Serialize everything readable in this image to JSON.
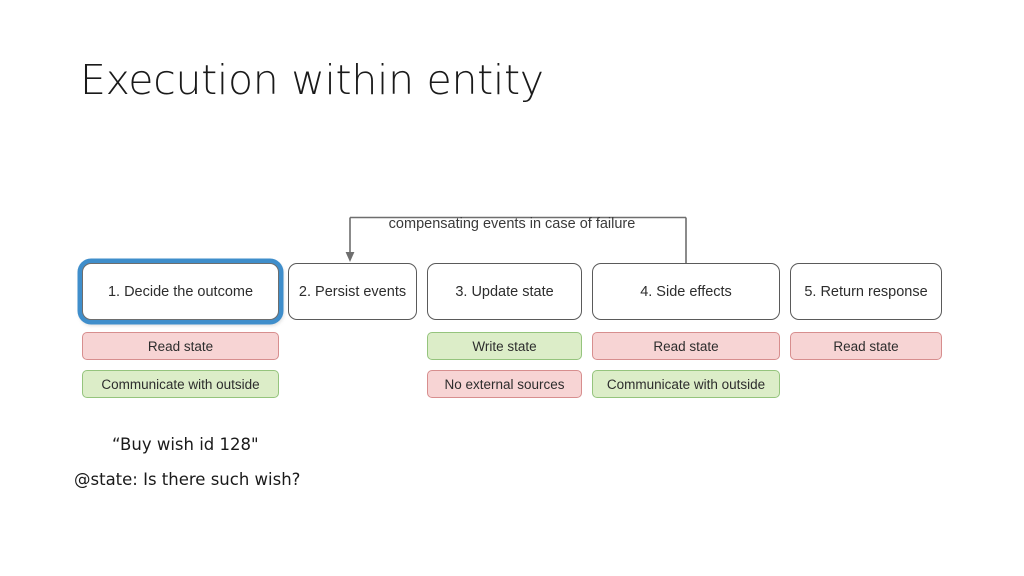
{
  "slide": {
    "title": "Execution within entity",
    "background_color": "#ffffff"
  },
  "annotation": {
    "bracket_label": "compensating events in case of failure",
    "arrow_target_stage": "2. Persist events",
    "arrow_source_stage": "4. Side effects"
  },
  "stages": [
    {
      "id": "stage-1",
      "label": "1. Decide the outcome",
      "highlighted": true,
      "highlight_color": "#3f8ecb",
      "tags": [
        {
          "label": "Read state",
          "tone": "red"
        },
        {
          "label": "Communicate with outside",
          "tone": "green"
        }
      ]
    },
    {
      "id": "stage-2",
      "label": "2. Persist events",
      "highlighted": false,
      "tags": []
    },
    {
      "id": "stage-3",
      "label": "3. Update state",
      "highlighted": false,
      "tags": [
        {
          "label": "Write state",
          "tone": "green"
        },
        {
          "label": "No external sources",
          "tone": "red"
        }
      ]
    },
    {
      "id": "stage-4",
      "label": "4. Side effects",
      "highlighted": false,
      "tags": [
        {
          "label": "Read state",
          "tone": "red"
        },
        {
          "label": "Communicate with outside",
          "tone": "green"
        }
      ]
    },
    {
      "id": "stage-5",
      "label": "5. Return response",
      "highlighted": false,
      "tags": [
        {
          "label": "Read state",
          "tone": "red"
        }
      ]
    }
  ],
  "notes": {
    "message": "“Buy wish id 128\"",
    "state_question": "@state: Is there such wish?"
  },
  "colors": {
    "tag_red_fill": "#f7d4d4",
    "tag_red_border": "#d78e8e",
    "tag_green_fill": "#dcedc8",
    "tag_green_border": "#95c47d",
    "box_border": "#5a5a5a",
    "highlight_blue": "#3f8ecb",
    "text": "#2d2d2d"
  }
}
